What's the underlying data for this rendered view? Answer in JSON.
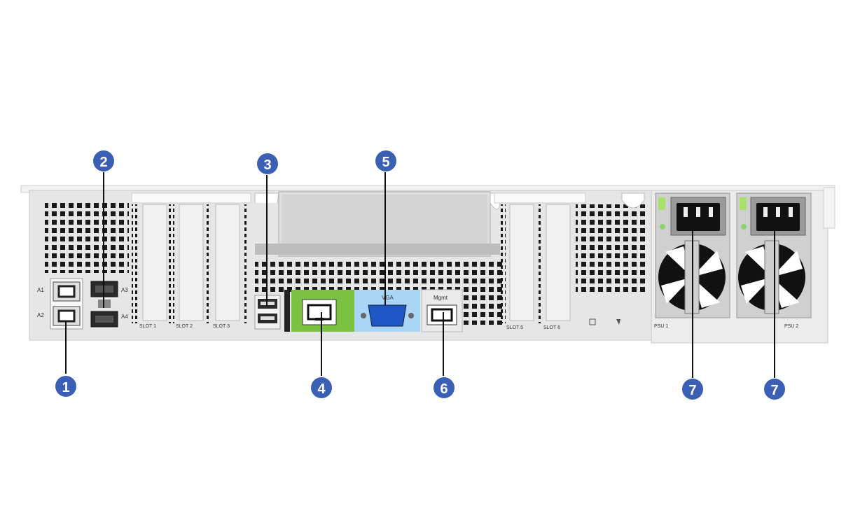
{
  "port_labels": {
    "a1": "A1",
    "a2": "A2",
    "a3": "A3",
    "a4": "A4",
    "vga": "VGA",
    "mgmt": "Mgmt",
    "slot1": "SLOT 1",
    "slot2": "SLOT 2",
    "slot3": "SLOT 3",
    "slot5": "SLOT 5",
    "slot6": "SLOT 6",
    "psu1": "PSU 1",
    "psu2": "PSU 2"
  },
  "callouts": [
    "1",
    "2",
    "3",
    "4",
    "5",
    "6",
    "7",
    "7"
  ],
  "colors": {
    "callout": "#3a5fb4",
    "nic_block": "#7cc242",
    "vga_block": "#a9d6f5",
    "chassis": "#e6e6e6",
    "psu_body": "#d0d0d0"
  }
}
